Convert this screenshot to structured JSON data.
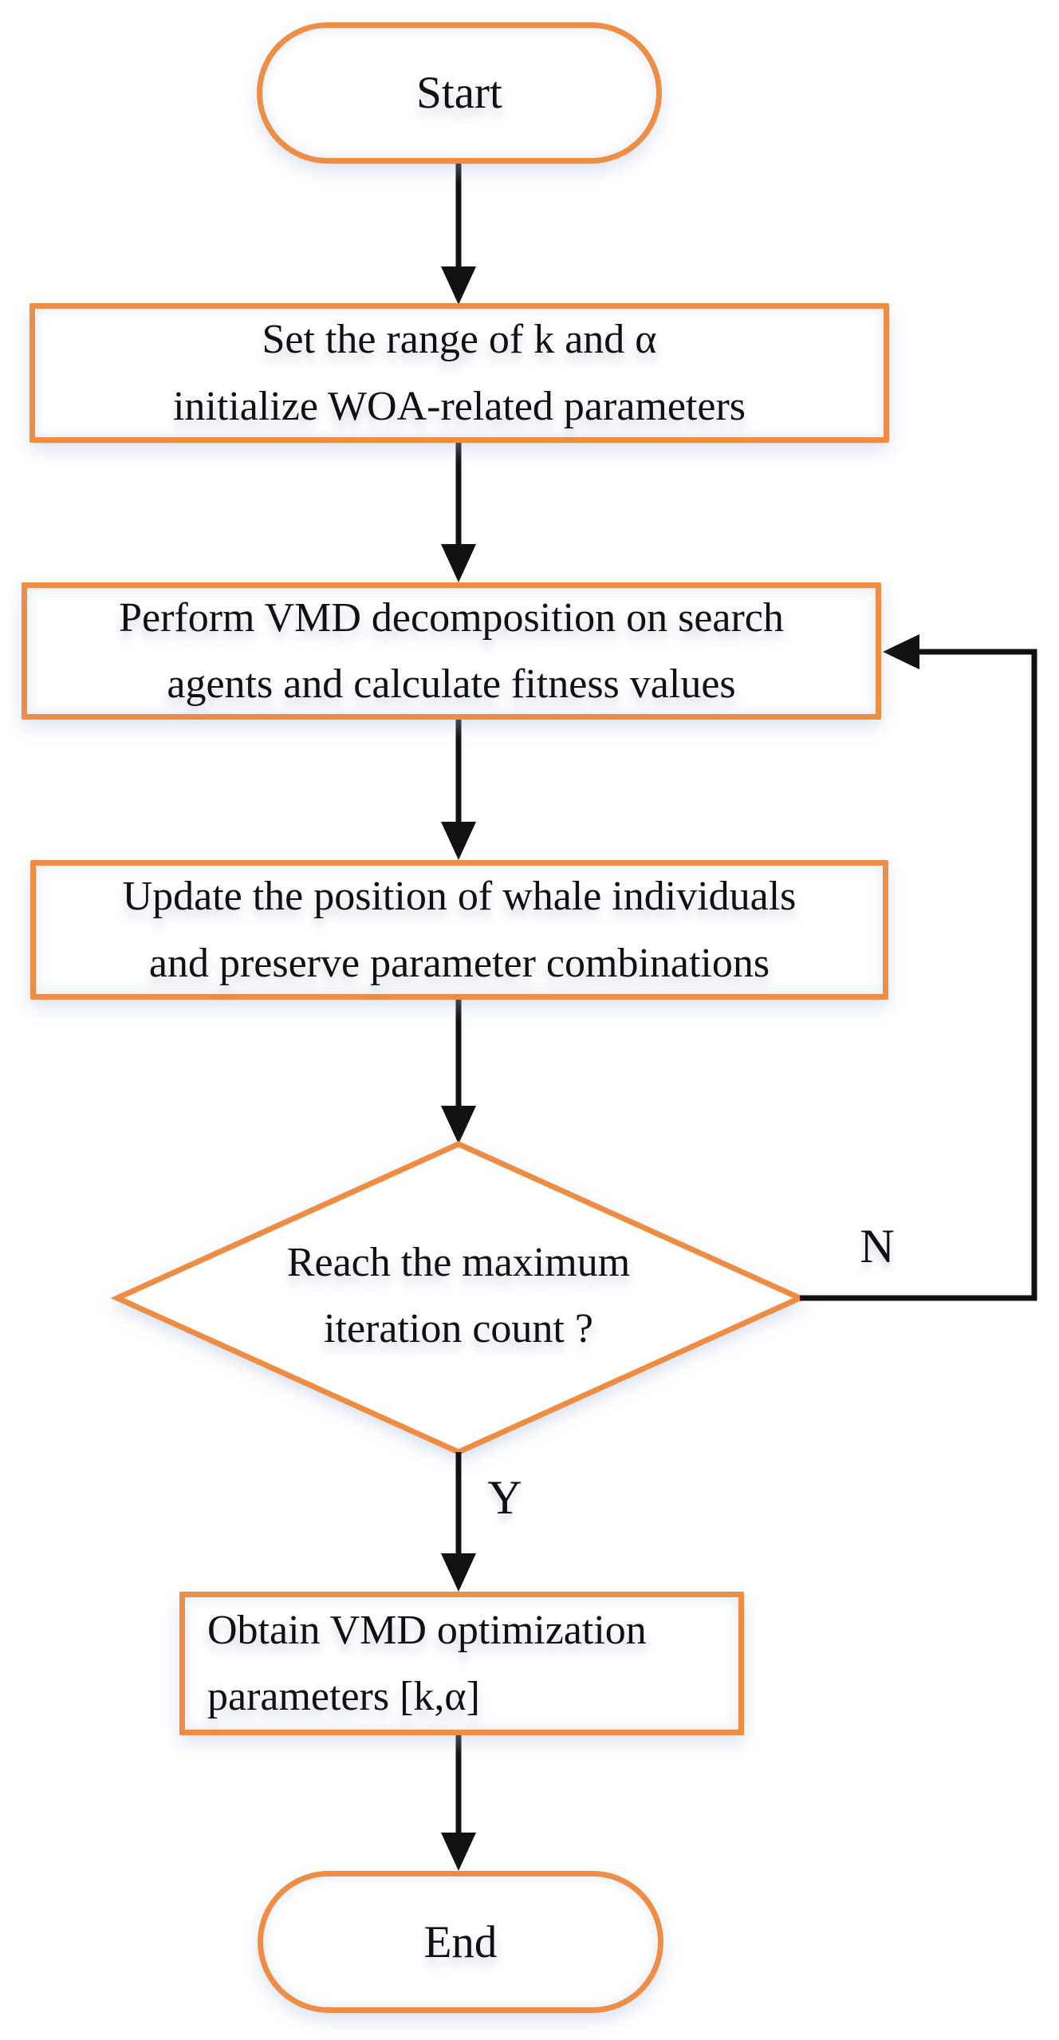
{
  "colors": {
    "accent": "#EE8D43",
    "connector": "#111111",
    "text": "#101010"
  },
  "flowchart": {
    "start": "Start",
    "set_range": "Set the range of k and α\ninitialize WOA-related parameters",
    "perform_vmd": "Perform VMD decomposition on search\nagents and calculate fitness values",
    "update_position": "Update the position of whale individuals\nand preserve parameter combinations",
    "decision": "Reach the maximum\niteration count ?",
    "obtain_params": "Obtain VMD optimization\nparameters [k,α]",
    "end": "End",
    "label_no": "N",
    "label_yes": "Y"
  }
}
